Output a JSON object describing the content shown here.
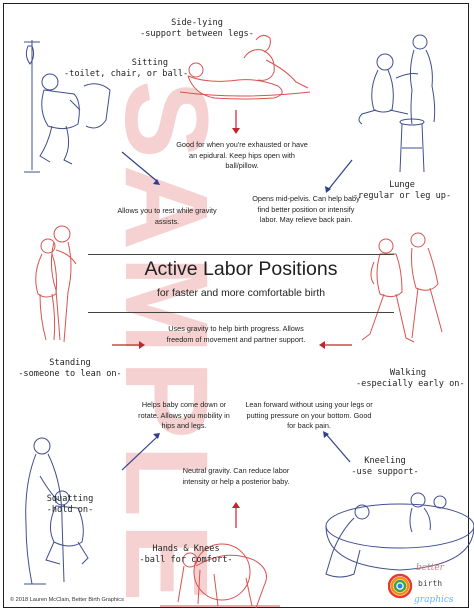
{
  "watermark": "SAMPLE",
  "title": "Active Labor Positions",
  "subtitle": "for faster and more comfortable birth",
  "positions": {
    "side_lying": {
      "name": "Side-lying",
      "detail": "-support between legs-",
      "description": "Good for when you're exhausted or have an epidural. Keep hips open with ball/pillow."
    },
    "sitting": {
      "name": "Sitting",
      "detail": "-toilet, chair, or ball-",
      "description": "Allows you to rest while gravity assists."
    },
    "lunge": {
      "name": "Lunge",
      "detail": "-regular or leg up-",
      "description": "Opens mid-pelvis. Can help baby find better position or intensify labor. May relieve back pain."
    },
    "standing": {
      "name": "Standing",
      "detail": "-someone to lean on-",
      "description": "Uses gravity to help birth progress. Allows freedom of movement and partner support."
    },
    "walking": {
      "name": "Walking",
      "detail": "-especially early on-"
    },
    "squatting": {
      "name": "Squatting",
      "detail": "-hold on-",
      "description": "Helps baby come down or rotate. Allows you mobility in hips and legs."
    },
    "kneeling": {
      "name": "Kneeling",
      "detail": "-use support-",
      "description": "Lean forward without using your legs or putting pressure on your bottom. Good for back pain."
    },
    "hands_knees": {
      "name": "Hands & Knees",
      "detail": "-ball for comfort-",
      "description": "Neutral gravity. Can reduce labor intensity or help a posterior baby."
    }
  },
  "copyright": "© 2018 Lauren McClain, Better Birth Graphics",
  "logo": {
    "line1": "better",
    "line2": "birth",
    "line3": "graphics"
  },
  "colors": {
    "red_ink": "#d9534f",
    "blue_ink": "#3f4f8f",
    "watermark": "#f2c4c2",
    "arrow_red": "#c0262b",
    "arrow_blue": "#2f3f8c"
  }
}
